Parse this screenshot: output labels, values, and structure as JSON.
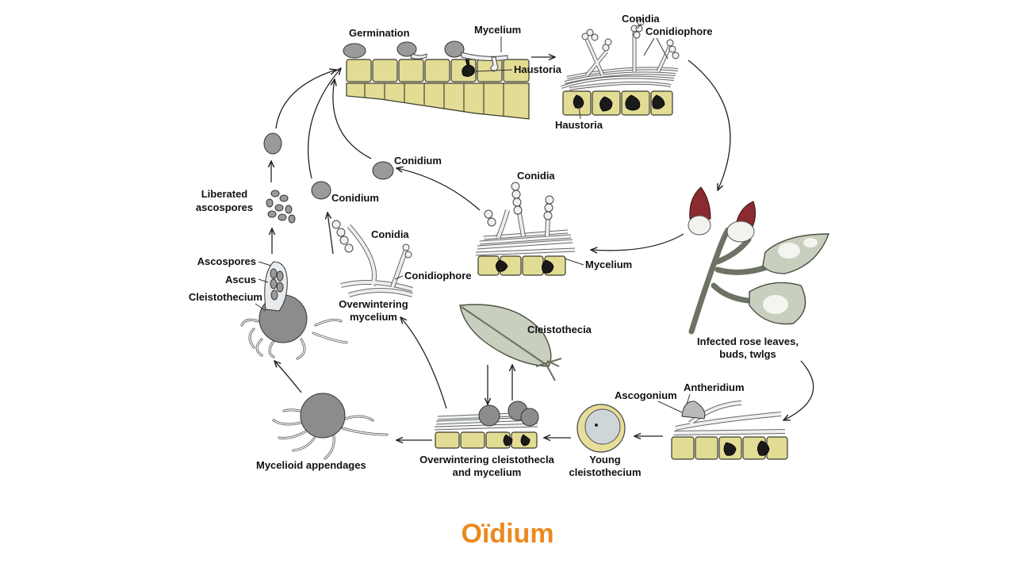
{
  "title": "Oïdium",
  "colors": {
    "title": "#ea8a1e",
    "cell": "#e2dc95",
    "bud": "#8b2a2f",
    "leaf": "#c9cfbf"
  },
  "labels": {
    "germination": "Germination",
    "mycelium_top": "Mycelium",
    "haustoria_top": "Haustoria",
    "conidia_top": "Conidia",
    "conidiophore_top": "Conidiophore",
    "haustoria_right": "Haustoria",
    "conidium_center": "Conidium",
    "conidia_center": "Conidia",
    "mycelium_center": "Mycelium",
    "infected_line1": "Infected rose leaves,",
    "infected_line2": "buds, twlgs",
    "ascogonium": "Ascogonium",
    "antheridium": "Antheridium",
    "young_line1": "Young",
    "young_line2": "cleistothecium",
    "overwintering_cleisto_line1": "Overwintering cleistothecla",
    "overwintering_cleisto_line2": "and mycelium",
    "cleistothecia": "Cleistothecia",
    "mycelioid": "Mycelioid appendages",
    "cleistothecium": "Cleistothecium",
    "ascus": "Ascus",
    "ascospores": "Ascospores",
    "liberated_line1": "Liberated",
    "liberated_line2": "ascospores",
    "conidium_left": "Conidium",
    "conidia_left": "Conidia",
    "conidiophore_left": "Conidiophore",
    "overwintering_myc_line1": "Overwintering",
    "overwintering_myc_line2": "mycelium"
  }
}
